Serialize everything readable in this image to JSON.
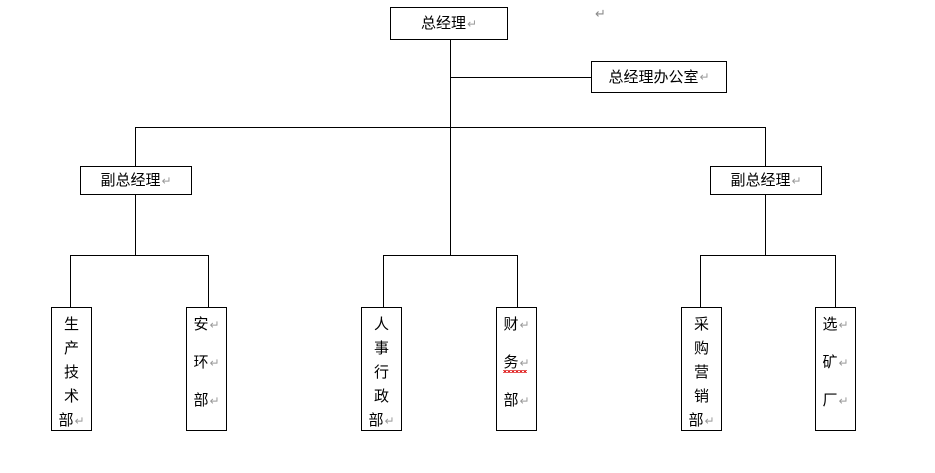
{
  "chart_data": {
    "type": "diagram",
    "title": "",
    "diagram_kind": "organization-chart",
    "orientation": "top-down",
    "nodes": [
      {
        "id": "gm",
        "label": "总经理",
        "level": 0,
        "parent": null
      },
      {
        "id": "gm_office",
        "label": "总经理办公室",
        "level": 1,
        "parent": "gm"
      },
      {
        "id": "dgm_left",
        "label": "副总经理",
        "level": 1,
        "parent": "gm"
      },
      {
        "id": "dgm_right",
        "label": "副总经理",
        "level": 1,
        "parent": "gm"
      },
      {
        "id": "prod_tech",
        "label": "生产技术部",
        "level": 2,
        "parent": "dgm_left"
      },
      {
        "id": "safety_env",
        "label": "安环部",
        "level": 2,
        "parent": "dgm_left"
      },
      {
        "id": "hr_admin",
        "label": "人事行政部",
        "level": 2,
        "parent": "gm"
      },
      {
        "id": "finance",
        "label": "财务部",
        "level": 2,
        "parent": "gm"
      },
      {
        "id": "purch_mkt",
        "label": "采购营销部",
        "level": 2,
        "parent": "dgm_right"
      },
      {
        "id": "ore_plant",
        "label": "选矿厂",
        "level": 2,
        "parent": "dgm_right"
      }
    ]
  },
  "marks": {
    "pilcrow": "↵",
    "standalone_pilcrow": "↵"
  },
  "boxes": {
    "general_manager": {
      "text": "总经理"
    },
    "general_manager_office": {
      "text": "总经理办公室"
    },
    "deputy_left": {
      "text": "副总经理"
    },
    "deputy_right": {
      "text": "副总经理"
    },
    "production_technology": {
      "chars": [
        "生",
        "产",
        "技",
        "术",
        "部"
      ]
    },
    "safety_environment": {
      "chars": [
        "安",
        "环",
        "部"
      ]
    },
    "hr_administration": {
      "chars": [
        "人",
        "事",
        "行",
        "政",
        "部"
      ]
    },
    "finance": {
      "chars": [
        "财",
        "务",
        "部"
      ]
    },
    "purchasing_marketing": {
      "chars": [
        "采",
        "购",
        "营",
        "销",
        "部"
      ]
    },
    "ore_dressing_plant": {
      "chars": [
        "选",
        "矿",
        "厂"
      ]
    }
  },
  "colors": {
    "line": "#000000",
    "box_border": "#000000",
    "text": "#000000",
    "pilcrow": "#9a9a9a",
    "spellcheck_underline": "#e02020",
    "background": "#ffffff"
  }
}
